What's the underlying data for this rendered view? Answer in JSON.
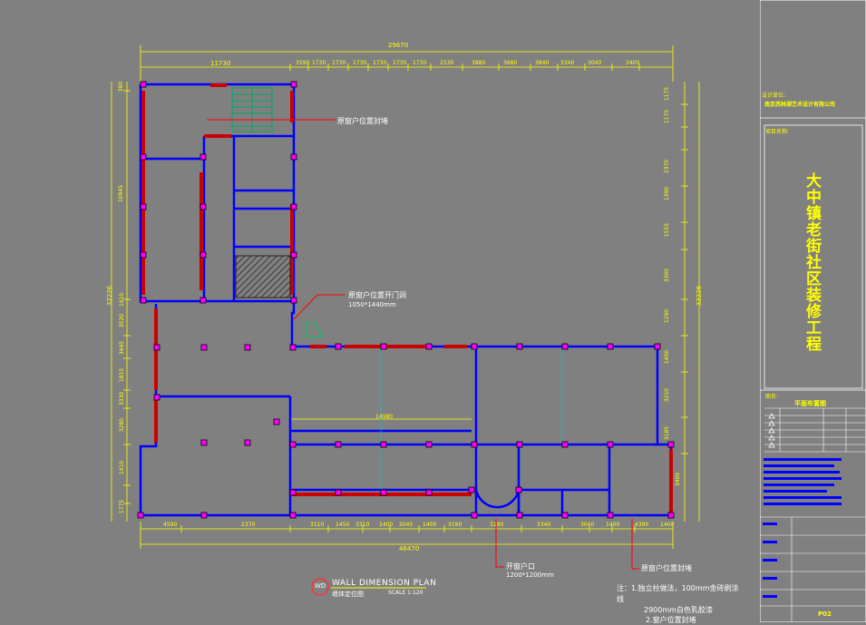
{
  "dims": {
    "top_total": "29670",
    "top_row": [
      "11730",
      "3590",
      "1730",
      "1730",
      "1730",
      "1730",
      "1730",
      "1730",
      "2530",
      "3880",
      "3680",
      "3840",
      "3340",
      "3040",
      "3400"
    ],
    "bottom_total": "46470",
    "bottom_row": [
      "4590",
      "2370",
      "3110",
      "1450",
      "3310",
      "1400",
      "2045",
      "1400",
      "3190",
      "3190",
      "3340",
      "3040",
      "1400",
      "4390",
      "1400"
    ],
    "left_total": "32226",
    "left_row": [
      "380",
      "10945",
      "1410",
      "3520",
      "3445",
      "1815",
      "3330",
      "3280",
      "1410",
      "1775"
    ],
    "right_total": "32226",
    "right_row": [
      "1175",
      "1175",
      "2370",
      "1390",
      "1555",
      "3300",
      "1290",
      "1450",
      "3210",
      "3185",
      "3400"
    ],
    "mid_dim": "14980"
  },
  "annotations": {
    "note1": "原窗户位置封堵",
    "note2": "原窗户位置开门洞",
    "note2_size": "1050*1440mm",
    "note3": "开窗户口",
    "note3_size": "1200*1200mm",
    "note4": "原窗户位置封堵"
  },
  "footer_notes": {
    "line1": "注：1.独立柱做法，100mm金砖刷涂",
    "line2": "线",
    "line3": "2900mm白色乳胶漆",
    "line4": "2.窗户位置封堵"
  },
  "plan_label": {
    "badge": "WD",
    "title_en": "WALL DIMENSION PLAN",
    "title_cn": "墙体定位图",
    "scale": "SCALE 1:120"
  },
  "titleblock": {
    "design_label": "设计单位:",
    "design_company": "南京西林湖艺术设计有限公司",
    "project_label": "项目名称:",
    "project_name": "大中镇老街社区装修工程",
    "drawing_label": "图名:",
    "drawing_name": "平面布置图",
    "drawing_no": "P02"
  },
  "colors": {
    "background": "#808080",
    "dimension": "#ffff00",
    "wall": "#0000ff",
    "new_wall": "#cc0000",
    "column": "#ff00ff",
    "grid_line": "#00cccc",
    "leader": "#ff0000"
  }
}
